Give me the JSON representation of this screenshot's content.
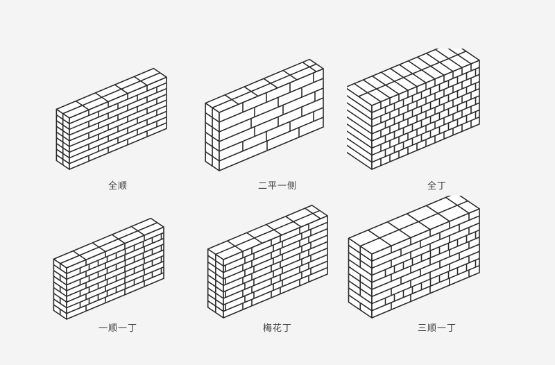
{
  "walls": [
    {
      "id": "full-stretcher",
      "label": "全顺",
      "bond": "stretcher",
      "courses": 9
    },
    {
      "id": "two-flat-one-side",
      "label": "二平一侧",
      "bond": "two-flat-one-side",
      "courses": 6
    },
    {
      "id": "full-header",
      "label": "全丁",
      "bond": "header",
      "courses": 9
    },
    {
      "id": "one-stretcher-one-header",
      "label": "一顺一丁",
      "bond": "one-one",
      "courses": 9
    },
    {
      "id": "flemish",
      "label": "梅花丁",
      "bond": "flemish",
      "courses": 9
    },
    {
      "id": "three-stretcher-one-header",
      "label": "三顺一丁",
      "bond": "three-one",
      "courses": 9
    }
  ],
  "colors": {
    "background": "#f4f4f4",
    "line": "#2a2a2a",
    "brick": "#ffffff",
    "caption": "#3a3a3a"
  }
}
